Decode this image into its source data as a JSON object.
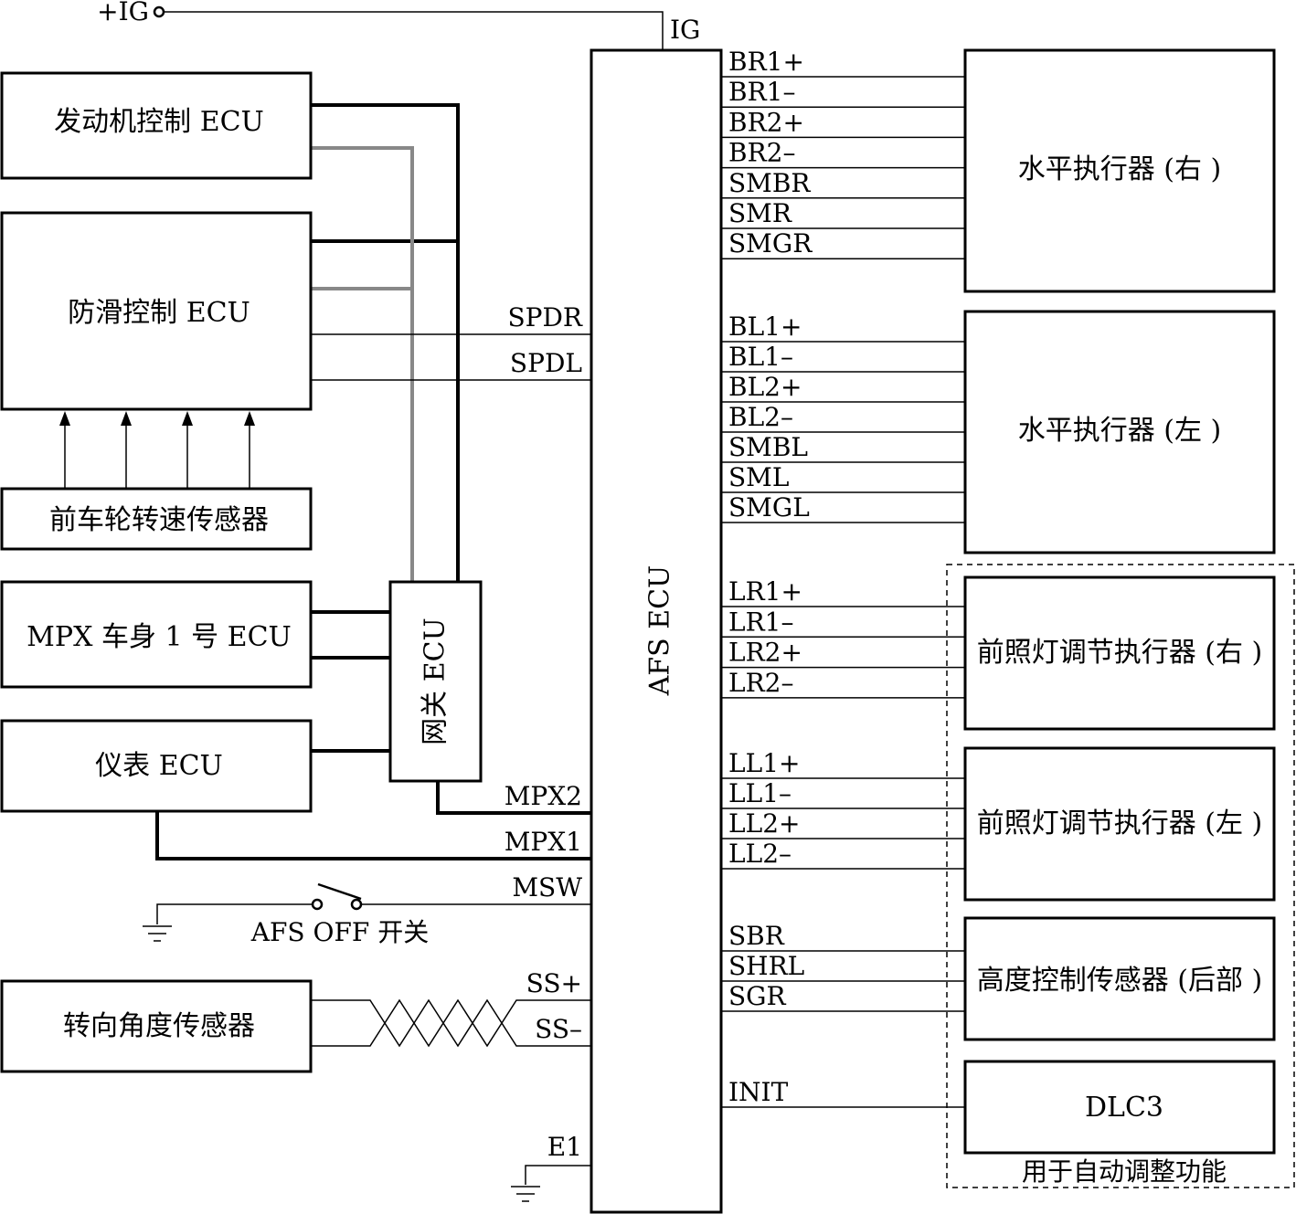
{
  "power": {
    "ig_source": "+IG",
    "ig_pin": "IG"
  },
  "ecu": {
    "label": "AFS ECU",
    "gateway_label": "网关 ECU"
  },
  "left_blocks": {
    "engine": "发动机控制 ECU",
    "abs": "防滑控制 ECU",
    "wheel_sensor": "前车轮转速传感器",
    "mpx_body": "MPX 车身 1 号 ECU",
    "meter": "仪表 ECU",
    "steering": "转向角度传感器"
  },
  "left_pins": {
    "spdr": "SPDR",
    "spdl": "SPDL",
    "mpx2": "MPX2",
    "mpx1": "MPX1",
    "msw": "MSW",
    "ss_plus": "SS+",
    "ss_minus": "SS–",
    "e1": "E1"
  },
  "switch_label": "AFS OFF 开关",
  "right_blocks": {
    "swivel_right": "水平执行器 (右 )",
    "swivel_left": "水平执行器 (左 )",
    "leveling_right": "前照灯调节执行器 (右 )",
    "leveling_left": "前照灯调节执行器 (左 )",
    "height_sensor": "高度控制传感器 (后部 )",
    "dlc3": "DLC3"
  },
  "right_pins": {
    "swivel_right": [
      "BR1+",
      "BR1–",
      "BR2+",
      "BR2–",
      "SMBR",
      "SMR",
      "SMGR"
    ],
    "swivel_left": [
      "BL1+",
      "BL1–",
      "BL2+",
      "BL2–",
      "SMBL",
      "SML",
      "SMGL"
    ],
    "leveling_right": [
      "LR1+",
      "LR1–",
      "LR2+",
      "LR2–"
    ],
    "leveling_left": [
      "LL1+",
      "LL1–",
      "LL2+",
      "LL2–"
    ],
    "height_sensor": [
      "SBR",
      "SHRL",
      "SGR"
    ],
    "dlc3": [
      "INIT"
    ]
  },
  "dashed_group_label": "用于自动调整功能"
}
